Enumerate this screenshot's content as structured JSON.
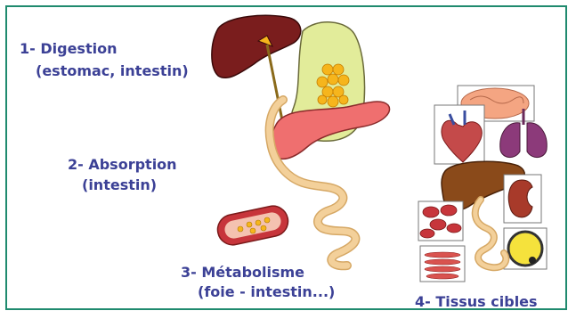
{
  "labels": {
    "digestion_title": "1- Digestion",
    "digestion_sub": "(estomac, intestin)",
    "absorption_title": "2- Absorption",
    "absorption_sub": "(intestin)",
    "metabolism_title": "3- Métabolisme",
    "metabolism_sub": "(foie - intestin...)",
    "targets_title": "4- Tissus cibles"
  },
  "colors": {
    "frame": "#1f8a6e",
    "label_text": "#3c4196",
    "liver": "#7a1d1d",
    "stomach": "#e2ec9a",
    "pancreas": "#ef6f6f",
    "intestine": "#f3d09a",
    "fat_droplets": "#f6b51c",
    "blood": "#c7353b"
  },
  "icons": [
    "liver-icon",
    "stomach-icon",
    "pancreas-icon",
    "intestine-icon",
    "blood-vessel-icon",
    "brain-icon",
    "heart-icon",
    "lungs-icon",
    "kidney-icon",
    "red-blood-cells-icon",
    "muscle-icon",
    "fat-cell-icon"
  ]
}
